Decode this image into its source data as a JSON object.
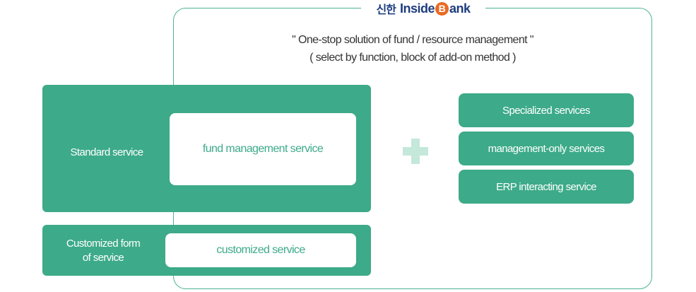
{
  "logo": {
    "korean": "신한",
    "brand_before": "Inside",
    "brand_b": "B",
    "brand_after": "ank"
  },
  "headline": {
    "line1": "\" One-stop solution of fund / resource management \"",
    "line2": "( select by function, block of add-on method )"
  },
  "standard": {
    "label": "Standard service",
    "inner": "fund management service"
  },
  "customized": {
    "label_line1": "Customized form",
    "label_line2": "of service",
    "inner": "customized service"
  },
  "addons": [
    "Specialized services",
    "management-only services",
    "ERP interacting service"
  ],
  "colors": {
    "accent_green": "#3daa89",
    "frame_green": "#4db395",
    "plus_light_green": "#c4e8da",
    "brand_navy": "#1e3d80",
    "brand_orange": "#ea6a24"
  }
}
